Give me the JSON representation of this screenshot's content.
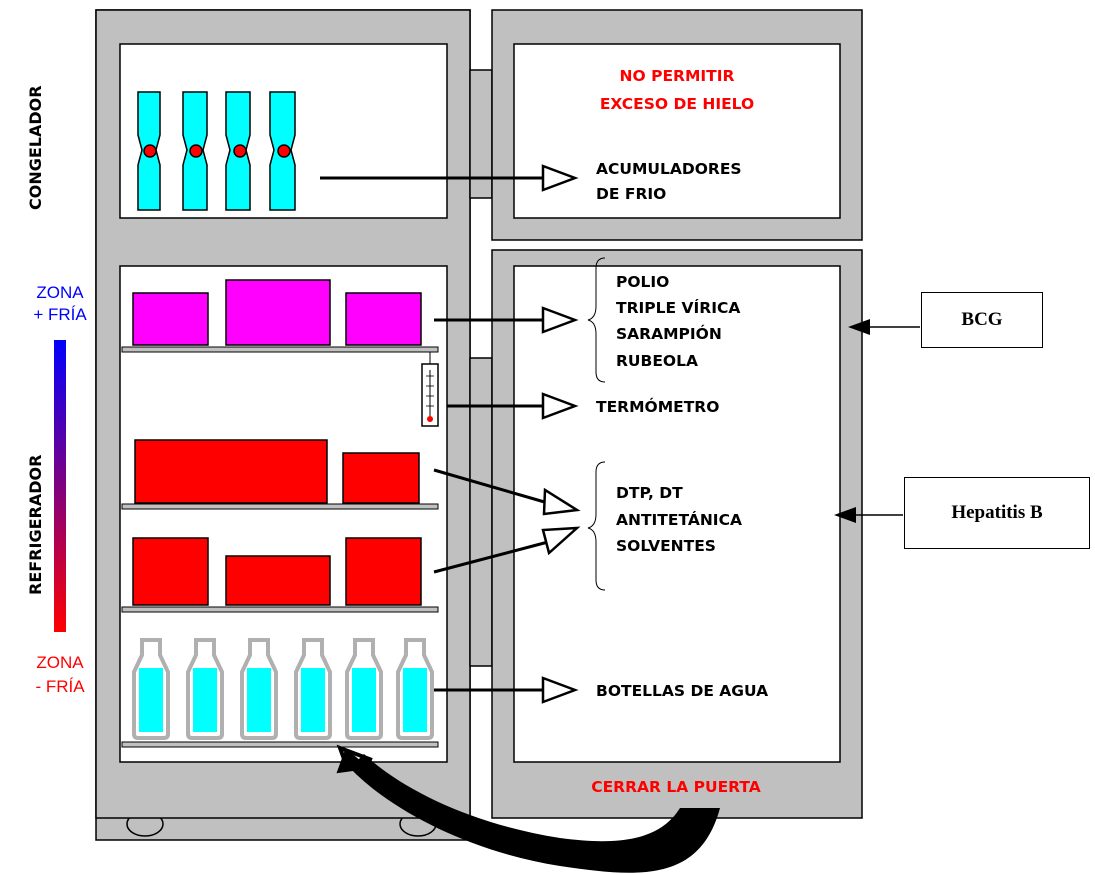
{
  "labels": {
    "congelador": "CONGELADOR",
    "refrigerador": "REFRIGERADOR",
    "zona_fria_top_1": "ZONA",
    "zona_fria_top_2": "+ FRÍA",
    "zona_fria_bottom_1": "ZONA",
    "zona_fria_bottom_2": "- FRÍA",
    "no_permitir_1": "NO PERMITIR",
    "no_permitir_2": "EXCESO DE HIELO",
    "acumuladores_1": "ACUMULADORES",
    "acumuladores_2": "DE FRIO",
    "polio_1": "POLIO",
    "polio_2": "TRIPLE VÍRICA",
    "polio_3": "SARAMPIÓN",
    "polio_4": "RUBEOLA",
    "termometro": "TERMÓMETRO",
    "dtp_1": "DTP,  DT",
    "dtp_2": "ANTITETÁNICA",
    "dtp_3": "SOLVENTES",
    "botellas": "BOTELLAS DE AGUA",
    "cerrar": "CERRAR LA PUERTA",
    "bcg": "BCG",
    "hepatitis": "Hepatitis B"
  },
  "colors": {
    "fridge_gray": "#c0c0c0",
    "ice_pack": "#00ffff",
    "shelf_top": "#ff00ff",
    "shelf_middle": "#ff0000",
    "water": "#00ffff",
    "cold_zone": "#0000ff",
    "warm_zone": "#ff0000"
  }
}
